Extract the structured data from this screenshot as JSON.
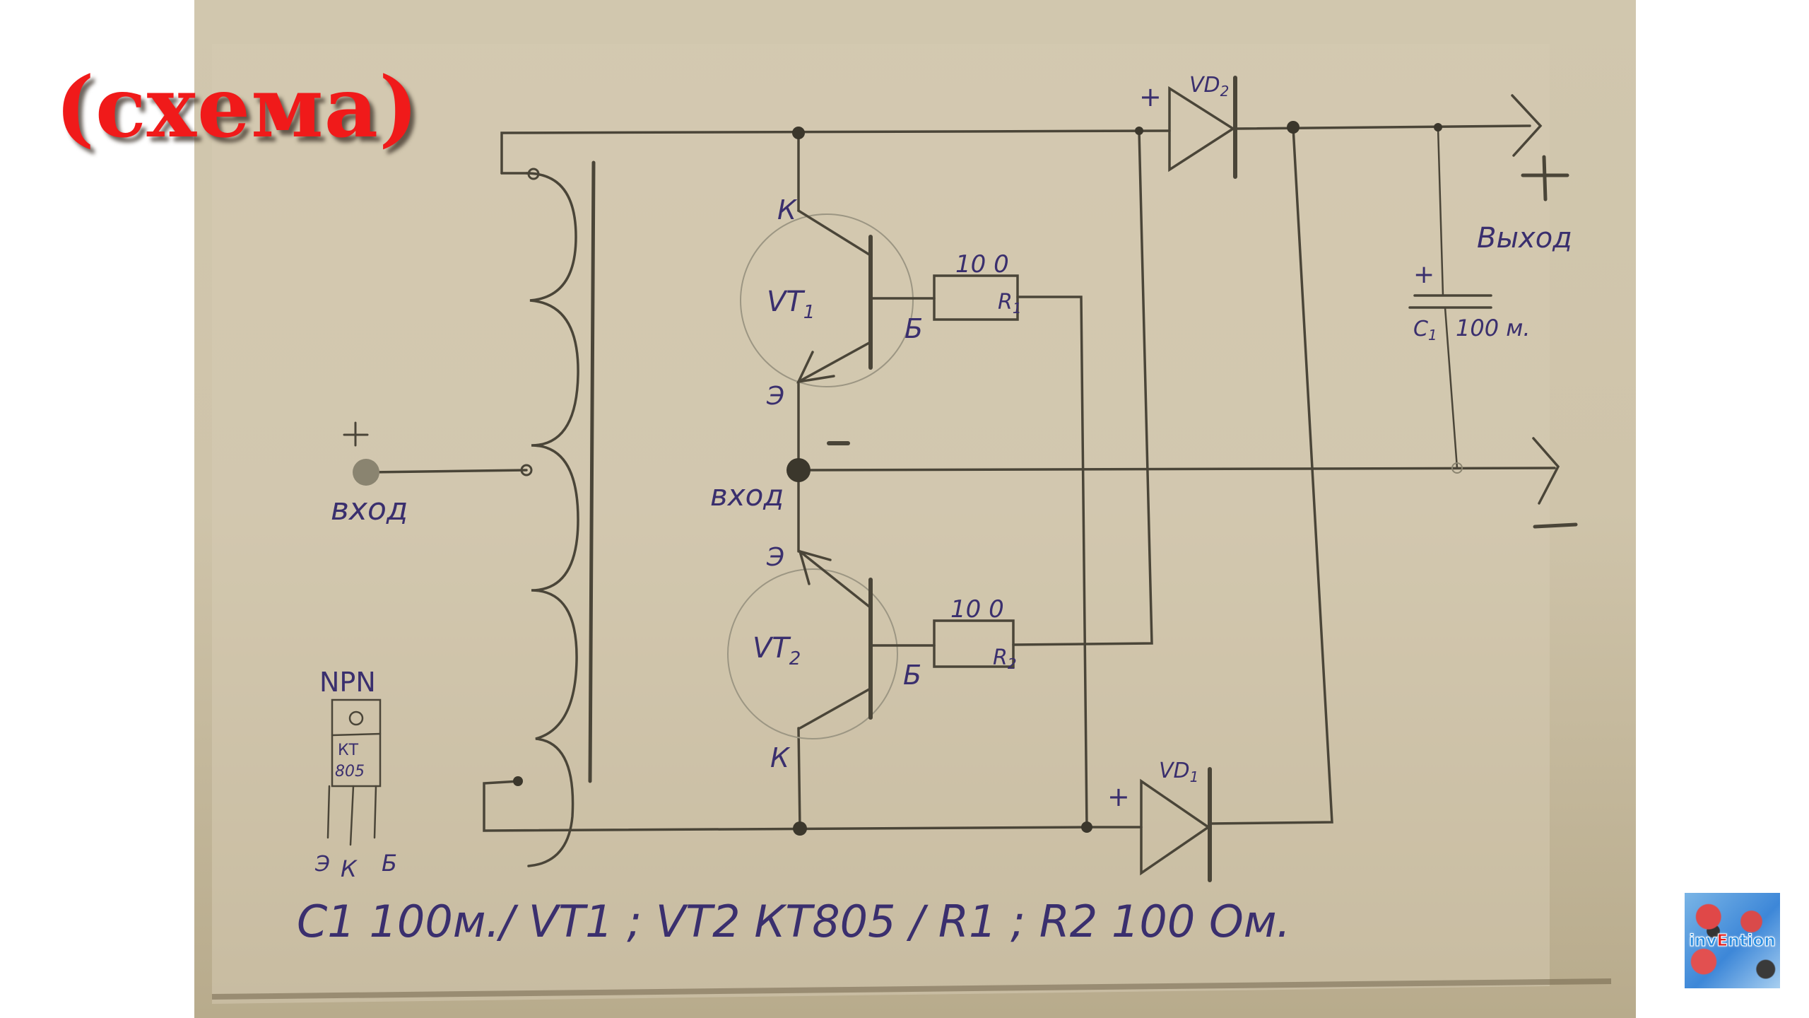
{
  "overlay_title": "(схема)",
  "logo": {
    "text_prefix": "inv",
    "text_accent": "E",
    "text_suffix": "ntion"
  },
  "colors": {
    "title_red": "#f01a1a",
    "ink": "#3a2f6e",
    "pencil": "#4a4538",
    "paper": "#cfc4aa"
  },
  "schematic": {
    "transistors": [
      {
        "label": "VT",
        "sub": "1",
        "collector": "К",
        "base": "Б",
        "emitter": "Э"
      },
      {
        "label": "VT",
        "sub": "2",
        "collector": "К",
        "base": "Б",
        "emitter": "Э"
      }
    ],
    "resistors": [
      {
        "label": "R",
        "sub": "1",
        "value": "10 0"
      },
      {
        "label": "R",
        "sub": "2",
        "value": "10 0"
      }
    ],
    "diodes": [
      {
        "label": "VD",
        "sub": "2",
        "polarity": "+"
      },
      {
        "label": "VD",
        "sub": "1",
        "polarity": "+"
      }
    ],
    "capacitor": {
      "label": "C",
      "sub": "1",
      "value": "100 м.",
      "polarity": "+"
    },
    "input_left": {
      "label": "вход",
      "polarity": "+"
    },
    "input_center": {
      "label": "вход",
      "polarity": "−"
    },
    "output": {
      "label": "Выход",
      "plus": "+",
      "minus": "−"
    },
    "package": {
      "type": "NPN",
      "line1": "КТ",
      "line2": "805",
      "hole": "O",
      "pins": [
        "Э",
        "К",
        "Б"
      ]
    }
  },
  "footer_note": "C1 100м./ VT1 ; VT2  КТ805 / R1 ; R2 100 Ом."
}
